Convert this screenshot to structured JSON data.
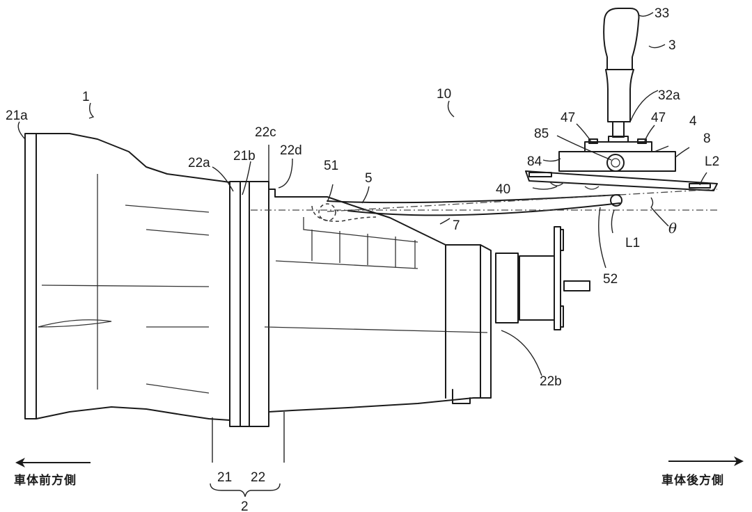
{
  "figure": {
    "title": "Transmission and shift lever device (patent drawing)",
    "labels": {
      "l1": "1",
      "l2": "2",
      "l3": "3",
      "l4": "4",
      "l5": "5",
      "l7": "7",
      "l8": "8",
      "l10": "10",
      "l21": "21",
      "l21a": "21a",
      "l21b": "21b",
      "l22": "22",
      "l22a": "22a",
      "l22b": "22b",
      "l22c": "22c",
      "l22d": "22d",
      "l32a": "32a",
      "l33": "33",
      "l40": "40",
      "l47a": "47",
      "l47b": "47",
      "l51": "51",
      "l52": "52",
      "l84": "84",
      "l85": "85",
      "L1": "L1",
      "L2": "L2",
      "theta": "θ"
    },
    "directions": {
      "front": "車体前方側",
      "rear": "車体後方側"
    }
  }
}
